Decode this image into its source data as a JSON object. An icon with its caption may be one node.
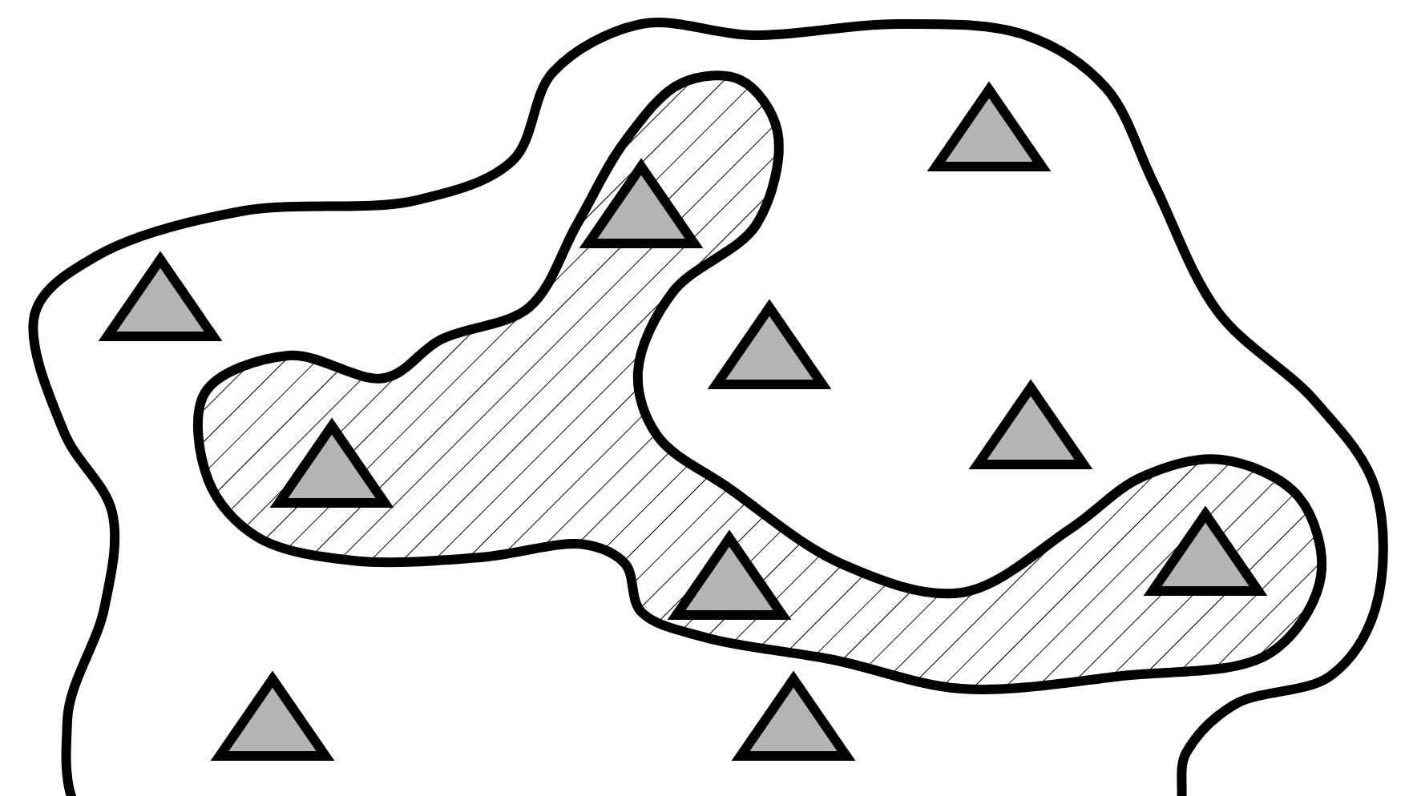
{
  "diagram": {
    "nodes": [
      {
        "text": [],
        "shape": "region"
      },
      {
        "text": [],
        "shape": "hatched-region",
        "in": 0
      },
      {
        "text": [],
        "shape": "triangle",
        "in": 0
      },
      {
        "text": [],
        "shape": "triangle",
        "in": 1
      },
      {
        "text": [],
        "shape": "triangle",
        "in": 0
      },
      {
        "text": [],
        "shape": "triangle",
        "in": 0
      },
      {
        "text": [],
        "shape": "triangle",
        "in": 0
      },
      {
        "text": [],
        "shape": "triangle",
        "in": 1
      },
      {
        "text": [],
        "shape": "triangle",
        "in": 1
      },
      {
        "text": [],
        "shape": "triangle",
        "in": 1
      },
      {
        "text": [],
        "shape": "triangle",
        "in": 0
      },
      {
        "text": [],
        "shape": "triangle",
        "in": 0
      }
    ]
  }
}
